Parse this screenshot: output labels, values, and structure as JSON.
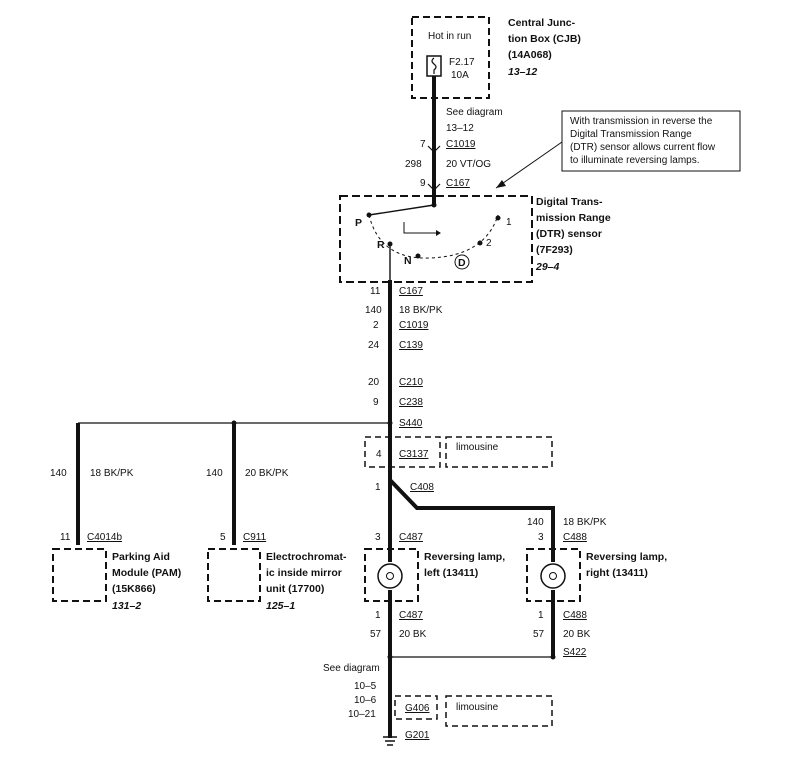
{
  "top_box": {
    "hot_label": "Hot in run",
    "fuse_id": "F2.17",
    "fuse_amp": "10A",
    "name_lines": [
      "Central Junc-",
      "tion Box (CJB)",
      "(14A068)"
    ],
    "ref": "13–12"
  },
  "top_wire": {
    "see_diagram": "See diagram",
    "see_ref": "13–12",
    "c1019_pin": "7",
    "c1019": "C1019",
    "circuit": "298",
    "color": "20 VT/OG",
    "c167_pin": "9",
    "c167": "C167"
  },
  "callout_lines": [
    "With transmission in reverse the",
    "Digital Transmission Range",
    "(DTR) sensor allows current flow",
    "to illuminate reversing lamps."
  ],
  "dtr": {
    "name_lines": [
      "Digital Trans-",
      "mission Range",
      "(DTR) sensor",
      "(7F293)"
    ],
    "ref": "29–4",
    "pos_p": "P",
    "pos_r": "R",
    "pos_n": "N",
    "pos_d": "D",
    "pos_1": "1",
    "pos_2": "2"
  },
  "mid_wire": {
    "c167_pin": "11",
    "c167": "C167",
    "circuit": "140",
    "color": "18 BK/PK",
    "c1019_pin": "2",
    "c1019": "C1019",
    "c139_pin": "24",
    "c139": "C139",
    "c210_pin": "20",
    "c210": "C210",
    "c238_pin": "9",
    "c238": "C238",
    "splice": "S440"
  },
  "pam_branch": {
    "circuit": "140",
    "color": "18 BK/PK",
    "pin": "11",
    "connector": "C4014b",
    "name_lines": [
      "Parking Aid",
      "Module (PAM)",
      "(15K866)"
    ],
    "ref": "131–2"
  },
  "mirror_branch": {
    "circuit": "140",
    "color": "20 BK/PK",
    "pin": "5",
    "connector": "C911",
    "name_lines": [
      "Electrochromat-",
      "ic inside mirror",
      "unit (17700)"
    ],
    "ref": "125–1"
  },
  "limo1": {
    "pin": "4",
    "connector": "C3137",
    "label": "limousine"
  },
  "c408": {
    "pin": "1",
    "connector": "C408"
  },
  "lamp_left": {
    "pin_top": "3",
    "connector_top": "C487",
    "name_lines": [
      "Reversing lamp,",
      "left (13411)"
    ],
    "pin_bot": "1",
    "connector_bot": "C487",
    "circuit": "57",
    "color": "20 BK"
  },
  "lamp_right": {
    "circuit_top": "140",
    "color_top": "18 BK/PK",
    "pin_top": "3",
    "connector_top": "C488",
    "name_lines": [
      "Reversing lamp,",
      "right (13411)"
    ],
    "pin_bot": "1",
    "connector_bot": "C488",
    "circuit": "57",
    "color": "20 BK",
    "splice": "S422"
  },
  "ground": {
    "see_diagram": "See diagram",
    "refs": [
      "10–5",
      "10–6",
      "10–21"
    ],
    "g406": "G406",
    "limo_label": "limousine",
    "g201": "G201"
  }
}
